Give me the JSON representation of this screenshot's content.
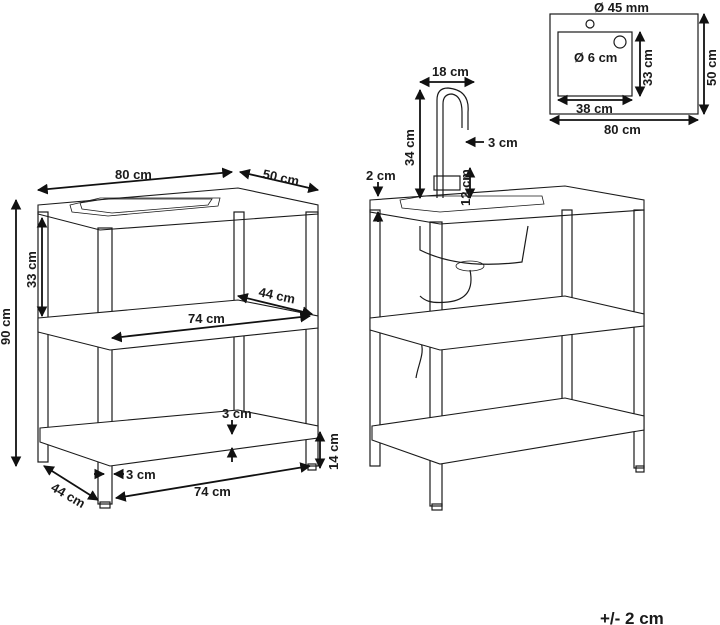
{
  "left_view": {
    "width": "80 cm",
    "depth_top": "50 cm",
    "height": "90 cm",
    "upper_gap": "33 cm",
    "shelf_depth": "44 cm",
    "shelf_width": "74 cm",
    "shelf_thickness": "3 cm",
    "bottom_clearance": "14 cm",
    "leg_size": "3 cm",
    "base_depth": "44 cm",
    "base_width": "74 cm"
  },
  "right_view": {
    "spout_reach": "18 cm",
    "faucet_height": "34 cm",
    "pipe_diameter": "3 cm",
    "counter_thickness": "2 cm",
    "handle_height": "12 cm"
  },
  "top_view": {
    "hole_diameter": "Ø 45 mm",
    "drain_diameter": "Ø 6 cm",
    "basin_depth": "33 cm",
    "top_depth": "50 cm",
    "basin_width": "38 cm",
    "top_width": "80 cm"
  },
  "tolerance": "+/- 2 cm"
}
